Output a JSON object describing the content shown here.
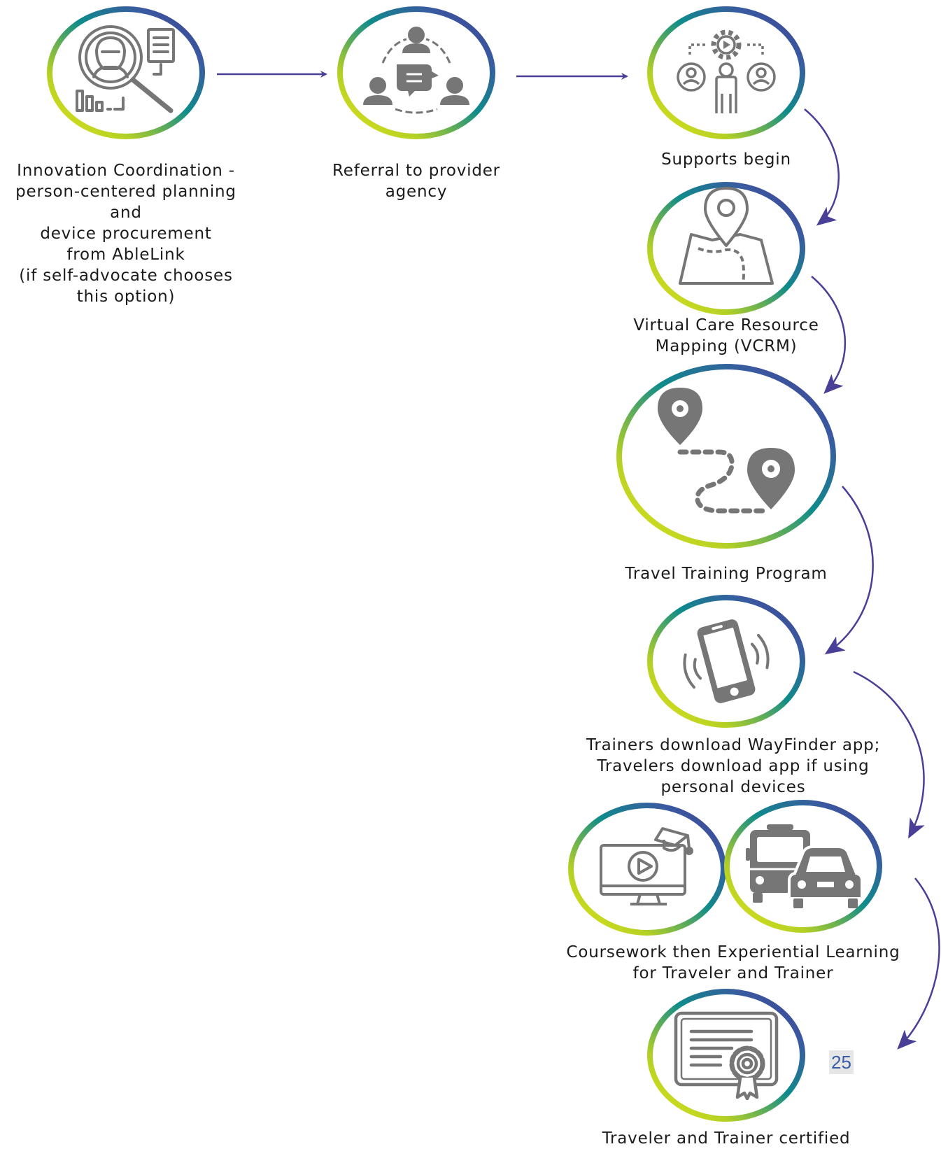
{
  "steps": {
    "innovation": {
      "lines": [
        "Innovation Coordination -",
        "person-centered planning",
        "and",
        "device procurement",
        "from AbleLink",
        "(if self-advocate chooses",
        "this option)"
      ],
      "icon": "person-search-chart-icon"
    },
    "referral": {
      "lines": [
        "Referral to provider",
        "agency"
      ],
      "icon": "group-conversation-icon"
    },
    "supports": {
      "lines": [
        "Supports begin"
      ],
      "icon": "team-gear-icon"
    },
    "vcrm": {
      "lines": [
        "Virtual Care Resource",
        "Mapping (VCRM)"
      ],
      "icon": "map-pin-icon"
    },
    "travel": {
      "lines": [
        "Travel Training Program"
      ],
      "icon": "route-pins-icon"
    },
    "wayfinder": {
      "lines": [
        "Trainers download WayFinder app;",
        "Travelers download app if using",
        "personal devices"
      ],
      "icon": "vibrating-phone-icon"
    },
    "coursework": {
      "lines": [
        "Coursework then Experiential Learning",
        "for Traveler and Trainer"
      ],
      "icons": [
        "online-course-icon",
        "bus-car-icon"
      ]
    },
    "certified": {
      "lines": [
        "Traveler and Trainer certified"
      ],
      "icon": "certificate-icon"
    }
  },
  "page_number": "25",
  "colors": {
    "arrow": "#4a3f97",
    "ring_start": "#d3de1b",
    "ring_mid": "#0e8b8b",
    "ring_end": "#3f3b8f",
    "icon": "#767676"
  }
}
